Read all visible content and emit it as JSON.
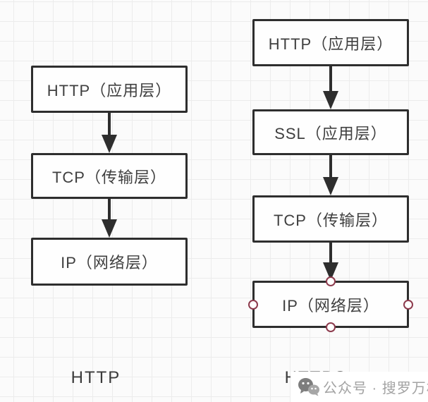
{
  "diagram": {
    "left_stack": {
      "label": "HTTP",
      "boxes": [
        {
          "text": "HTTP（应用层）"
        },
        {
          "text": "TCP（传输层）"
        },
        {
          "text": "IP（网络层）"
        }
      ]
    },
    "right_stack": {
      "label": "HTTPS",
      "boxes": [
        {
          "text": "HTTP（应用层）"
        },
        {
          "text": "SSL（应用层）"
        },
        {
          "text": "TCP（传输层）"
        },
        {
          "text": "IP（网络层）"
        }
      ]
    }
  },
  "watermark": {
    "icon": "wechat-icon",
    "text": "公众号 · 搜罗万相"
  },
  "colors": {
    "background": "#fbfbfb",
    "grid_line": "#ececec",
    "box_border": "#2e2e2e",
    "box_fill": "#fefefe",
    "box_text": "#3f3f3f",
    "arrow": "#2e2e2e",
    "selection_handle_stroke": "#8d3b4d",
    "watermark_text": "#a3a3a3"
  }
}
